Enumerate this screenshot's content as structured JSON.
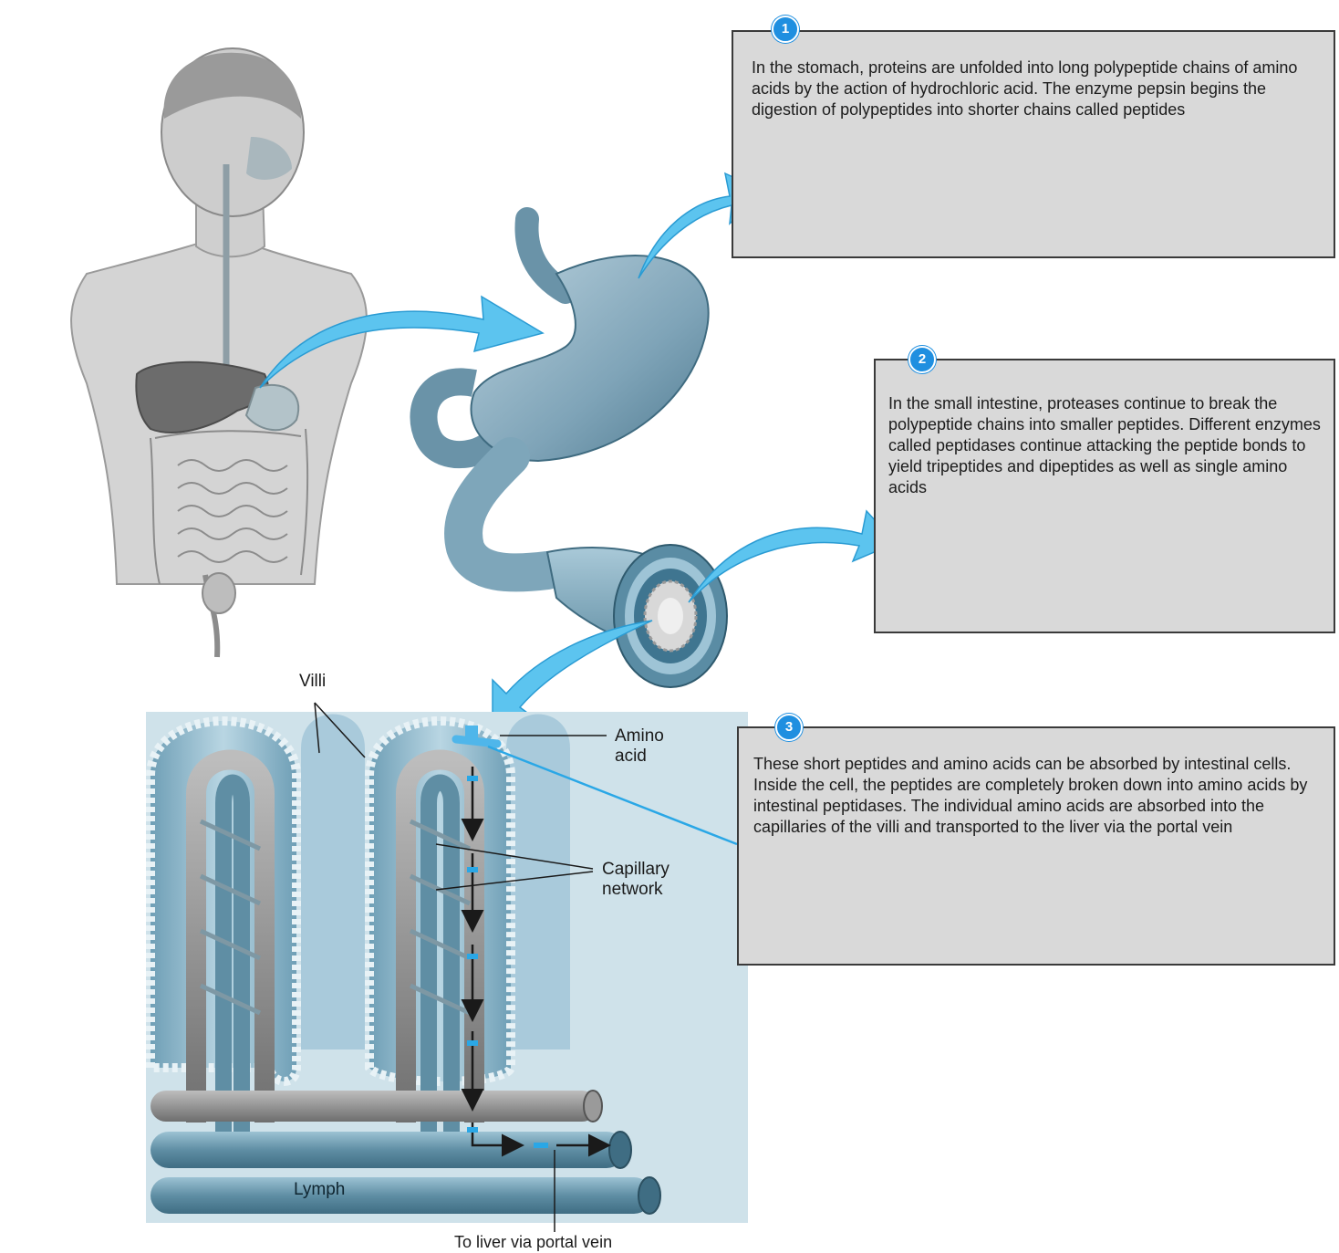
{
  "colors": {
    "panel_bg": "#d9d9d9",
    "panel_border": "#3a3a3a",
    "badge": "#1f8fe0",
    "arrow_blue": "#5cc4ef",
    "peptide": "#8fb6c8",
    "tissue_blue": "#9ec4d6",
    "vessel_gray": "#8d8d8d"
  },
  "steps": [
    {
      "number": "1",
      "text": "In the stomach, proteins are unfolded into long polypeptide chains of amino acids by the action of hydrochloric acid.  The enzyme pepsin begins the digestion of polypeptides into shorter chains called peptides"
    },
    {
      "number": "2",
      "text": "In the small intestine, proteases continue to break the polypeptide chains into smaller peptides.  Different enzymes called peptidases continue attacking the peptide bonds to yield tripeptides and dipeptides as well as single amino acids"
    },
    {
      "number": "3",
      "text": "These short peptides and amino acids can be absorbed by intestinal cells.  Inside the cell, the peptides are completely broken down into amino acids by intestinal peptidases.  The individual amino acids are absorbed into the capillaries of the villi and transported to the liver via the portal vein"
    }
  ],
  "labels": {
    "villi": "Villi",
    "amino_acid": "Amino\nacid",
    "capillary_network": "Capillary\nnetwork",
    "lymph": "Lymph",
    "portal_vein": "To liver via portal vein"
  },
  "icons": [
    "human-torso-icon",
    "stomach-icon",
    "intestine-tube-icon",
    "villi-icon",
    "protein-coil-icon",
    "peptide-chain-icon",
    "amino-acid-icon"
  ]
}
